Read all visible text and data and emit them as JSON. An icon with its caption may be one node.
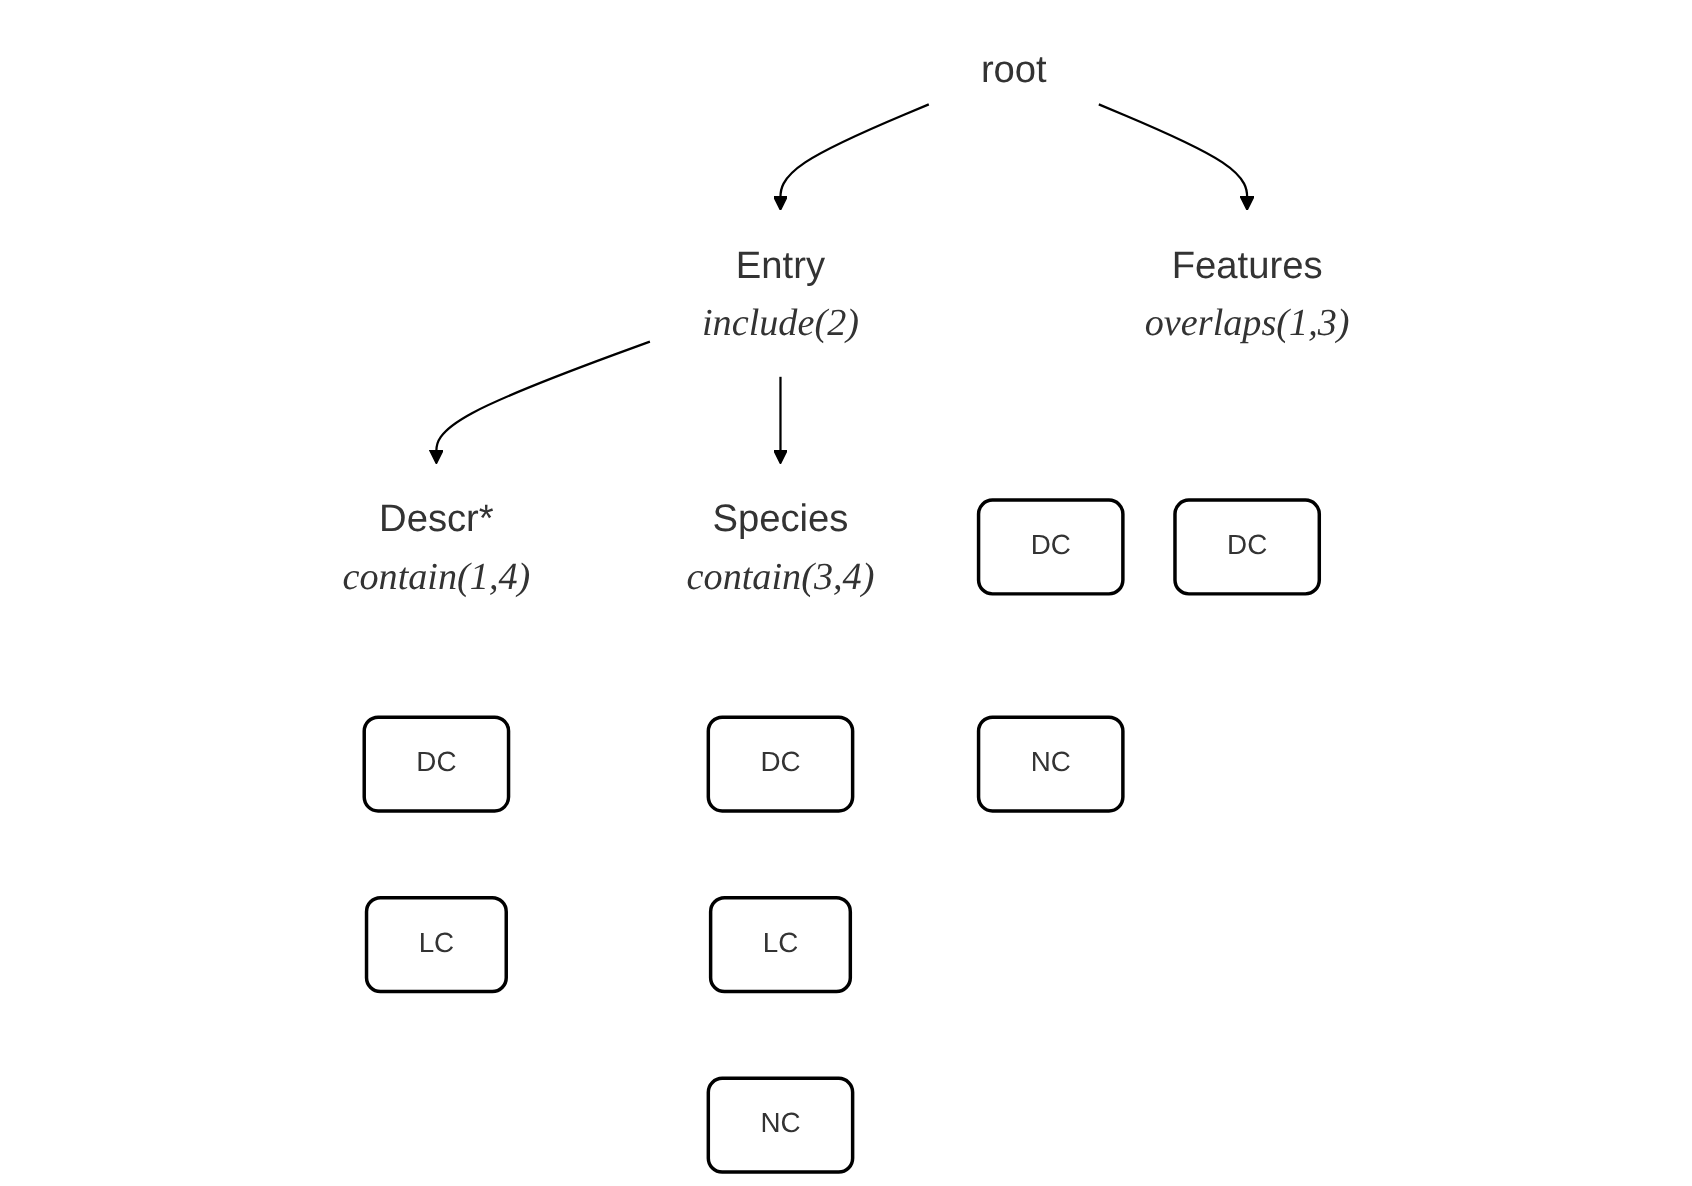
{
  "diagram": {
    "nodes": [
      {
        "text": [
          "root"
        ]
      },
      {
        "text": [
          "Entry",
          "include(2)"
        ]
      },
      {
        "text": [
          "DC"
        ]
      },
      {
        "text": [
          "NC"
        ]
      },
      {
        "text": [
          "Features",
          "overlaps(1,3)"
        ]
      },
      {
        "text": [
          "DC"
        ]
      },
      {
        "text": [
          "Descr*",
          "contain(1,4)"
        ]
      },
      {
        "text": [
          "DC"
        ]
      },
      {
        "text": [
          "LC"
        ]
      },
      {
        "text": [
          "Species",
          "contain(3,4)"
        ]
      },
      {
        "text": [
          "DC"
        ]
      },
      {
        "text": [
          "LC"
        ]
      },
      {
        "text": [
          "NC"
        ]
      }
    ],
    "edges": [
      {
        "from": 0,
        "to": 1,
        "arrow": "to"
      },
      {
        "from": 0,
        "to": 4,
        "arrow": "to"
      },
      {
        "from": 1,
        "to": 6,
        "arrow": "to"
      },
      {
        "from": 1,
        "to": 9,
        "arrow": "to"
      }
    ]
  }
}
